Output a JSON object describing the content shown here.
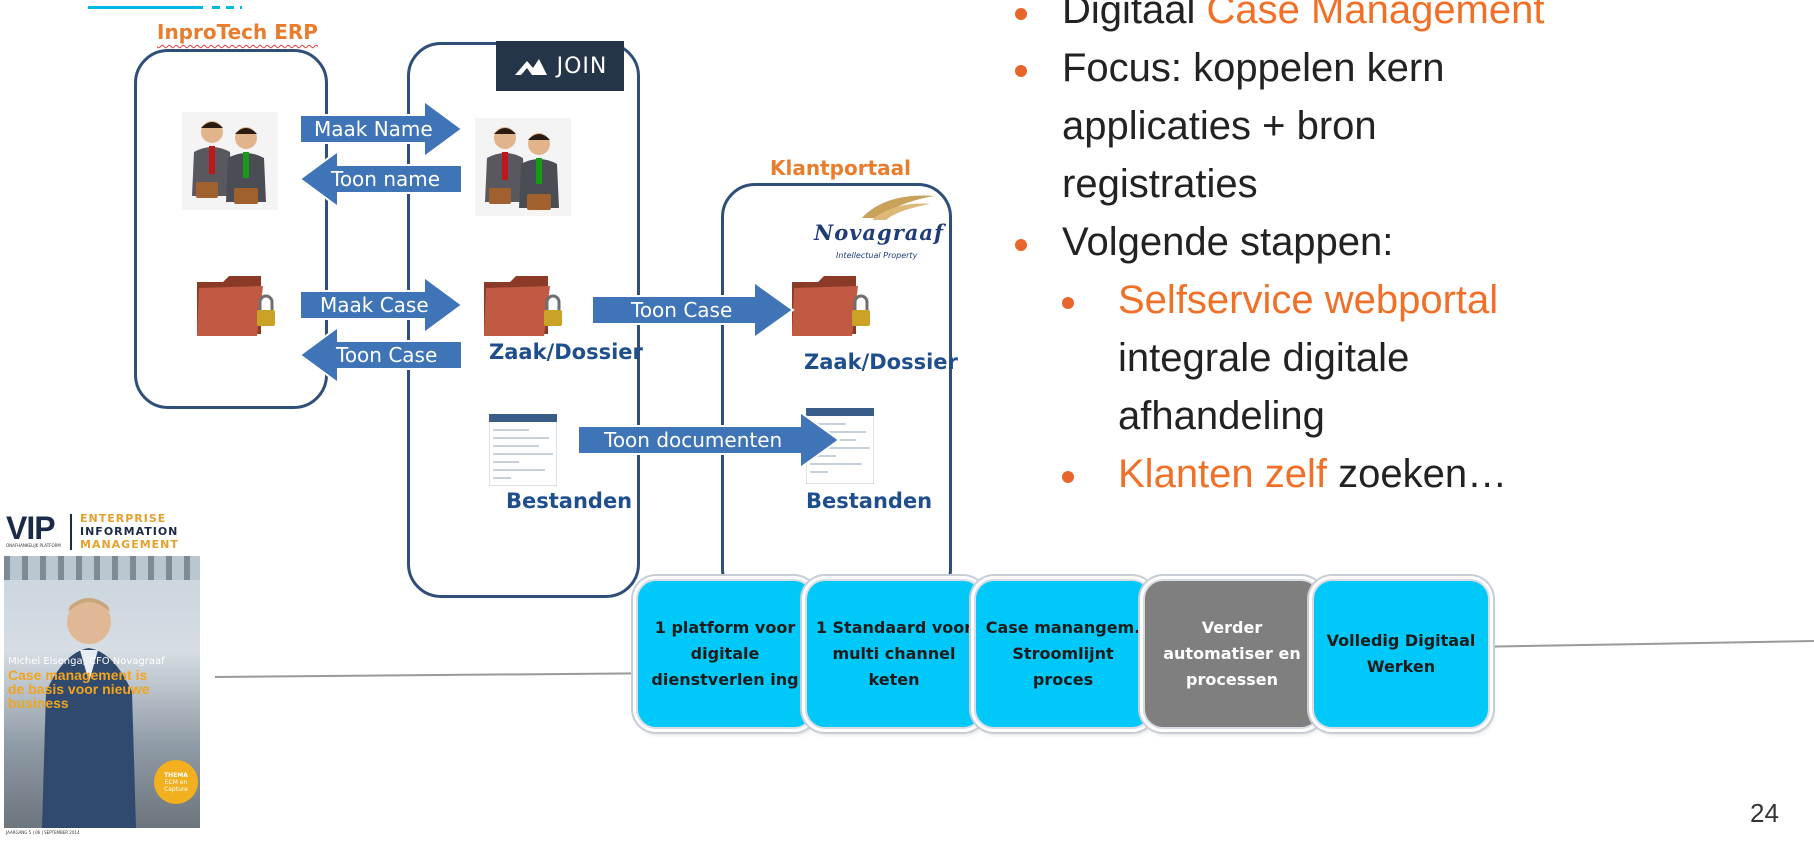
{
  "colors": {
    "frame": "#2f4e7a",
    "arrow": "#3f74b6",
    "accent": "#e87d2d",
    "label_blue": "#1f4e8c",
    "step_blue": "#00c8f8",
    "step_gray": "#7f7f7f"
  },
  "systems": {
    "erp": "InproTech ERP",
    "join_logo": "JOIN",
    "portal": "Klantportaal"
  },
  "portal_brand": {
    "name": "Novagraaf",
    "tagline": "Intellectual Property"
  },
  "arrows": {
    "maak_name": "Maak Name",
    "toon_name": "Toon name",
    "maak_case": "Maak Case",
    "toon_case_left": "Toon Case",
    "toon_case_right": "Toon Case",
    "toon_documenten": "Toon documenten"
  },
  "nodes": {
    "zaak_join": "Zaak/Dossier",
    "zaak_portal": "Zaak/Dossier",
    "bestanden_join": "Bestanden",
    "bestanden_portal": "Bestanden"
  },
  "bullets": {
    "b1_prefix": "Digitaal ",
    "b1_highlight": "Case Management",
    "b2_line1": "Focus: koppelen kern",
    "b2_line2": "applicaties + bron",
    "b2_line3": "registraties",
    "b3": "Volgende stappen:",
    "b3a_highlight": "Selfservice  webportal",
    "b3a_line2": "integrale digitale",
    "b3a_line3": "afhandeling",
    "b3b_highlight": "Klanten zelf",
    "b3b_rest": " zoeken…"
  },
  "steps": [
    {
      "label": "1 platform voor digitale dienstverlen ing",
      "status": "active"
    },
    {
      "label": "1 Standaard voor multi channel keten",
      "status": "active"
    },
    {
      "label": "Case manangem. Stroomlijnt proces",
      "status": "active"
    },
    {
      "label": "Verder automatiser en processen",
      "status": "inactive"
    },
    {
      "label": "Volledig Digitaal Werken",
      "status": "active"
    }
  ],
  "magazine": {
    "logo": "VIP",
    "sub1": "ENTERPRISE",
    "sub2": "INFORMATION",
    "sub3": "MANAGEMENT",
    "platform": "ONAFHANKELIJK PLATFORM",
    "caption": "Michel Elsenga, CFO Novagraaf",
    "headline": "Case management is de basis voor nieuwe business",
    "badge1": "THEMA",
    "badge2": "ECM en Capture",
    "footer": "JAARGANG 5 | 06 | SEPTEMBER 2014"
  },
  "page_number": "24"
}
